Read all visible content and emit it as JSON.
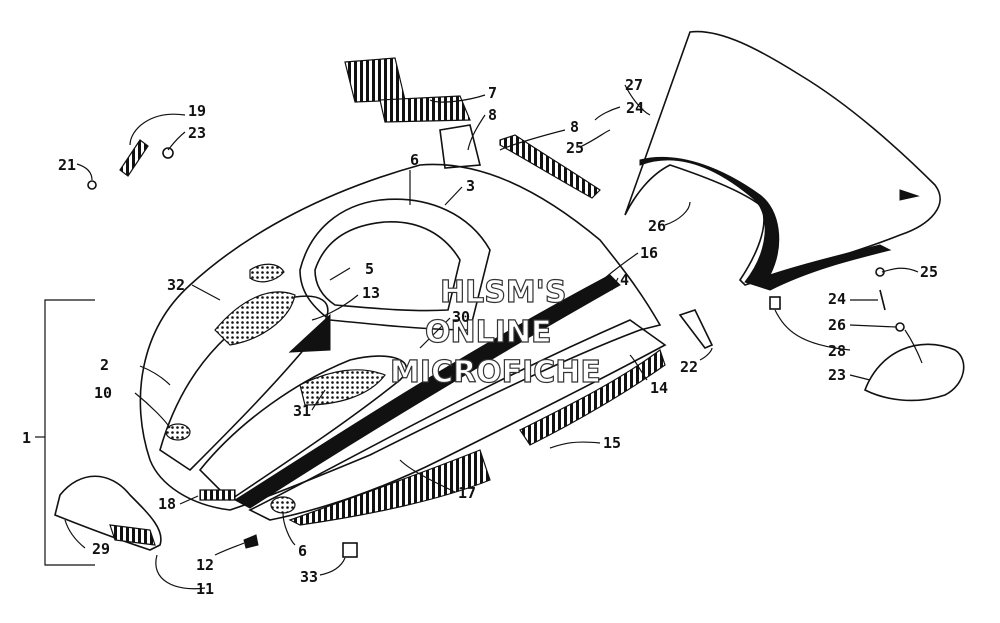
{
  "watermark": {
    "line1": "HLSM'S",
    "line2": "ONLINE",
    "line3": "MICROFICHE"
  },
  "callouts": [
    {
      "id": "c1",
      "text": "1"
    },
    {
      "id": "c2",
      "text": "2"
    },
    {
      "id": "c3",
      "text": "3"
    },
    {
      "id": "c4",
      "text": "4"
    },
    {
      "id": "c5",
      "text": "5"
    },
    {
      "id": "c6a",
      "text": "6"
    },
    {
      "id": "c6b",
      "text": "6"
    },
    {
      "id": "c7",
      "text": "7"
    },
    {
      "id": "c8a",
      "text": "8"
    },
    {
      "id": "c8b",
      "text": "8"
    },
    {
      "id": "c10",
      "text": "10"
    },
    {
      "id": "c11",
      "text": "11"
    },
    {
      "id": "c12",
      "text": "12"
    },
    {
      "id": "c13",
      "text": "13"
    },
    {
      "id": "c14",
      "text": "14"
    },
    {
      "id": "c15",
      "text": "15"
    },
    {
      "id": "c16",
      "text": "16"
    },
    {
      "id": "c17",
      "text": "17"
    },
    {
      "id": "c18",
      "text": "18"
    },
    {
      "id": "c19",
      "text": "19"
    },
    {
      "id": "c21",
      "text": "21"
    },
    {
      "id": "c22",
      "text": "22"
    },
    {
      "id": "c23a",
      "text": "23"
    },
    {
      "id": "c23b",
      "text": "23"
    },
    {
      "id": "c24a",
      "text": "24"
    },
    {
      "id": "c24b",
      "text": "24"
    },
    {
      "id": "c25a",
      "text": "25"
    },
    {
      "id": "c25b",
      "text": "25"
    },
    {
      "id": "c26a",
      "text": "26"
    },
    {
      "id": "c26b",
      "text": "26"
    },
    {
      "id": "c27",
      "text": "27"
    },
    {
      "id": "c28",
      "text": "28"
    },
    {
      "id": "c29",
      "text": "29"
    },
    {
      "id": "c30",
      "text": "30"
    },
    {
      "id": "c31",
      "text": "31"
    },
    {
      "id": "c32",
      "text": "32"
    },
    {
      "id": "c33",
      "text": "33"
    }
  ]
}
